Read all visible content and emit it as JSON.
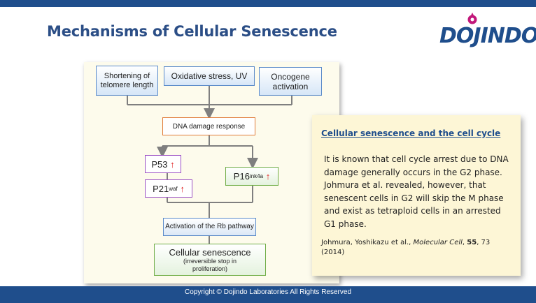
{
  "slide": {
    "title": "Mechanisms of Cellular Senescence",
    "logo_text": "DOJINDO",
    "footer": "Copyright © Dojindo Laboratories All Rights Reserved"
  },
  "diagram": {
    "telomere": "Shortening of telomere length",
    "oxidative": "Oxidative stress, UV",
    "oncogene": "Oncogene activation",
    "dna_damage": "DNA damage response",
    "p53": "P53",
    "p21": "P21",
    "p21_sup": "waf",
    "p16": "P16",
    "p16_sup": "ink4a",
    "up_arrow": "↑",
    "rb": "Activation of the Rb pathway",
    "senescence": "Cellular senescence",
    "senescence_sub": "(irreversible stop in proliferation)"
  },
  "note": {
    "title": "Cellular senescence and the cell cycle",
    "body": "It is known that cell cycle arrest due to DNA damage generally occurs in the G2 phase. Johmura et al. revealed, however, that senescent cells in G2 will skip the M phase and exist as tetraploid cells in an arrested G1 phase.",
    "ref_authors": "Johmura, Yoshikazu et al., ",
    "ref_journal": "Molecular Cell",
    "ref_sep": ", ",
    "ref_volume": "55",
    "ref_tail": ", 73 (2014)"
  },
  "colors": {
    "brand": "#1f4e8c",
    "logo_mark": "#c2187a",
    "up_arrow": "#e02020"
  }
}
